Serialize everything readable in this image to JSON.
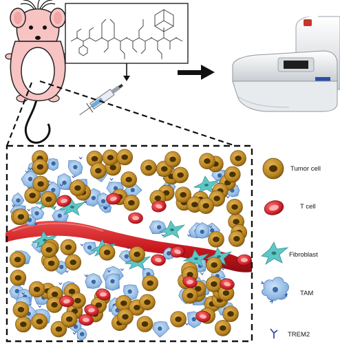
{
  "legend": {
    "items": [
      {
        "label": "Tumor cell",
        "icon": "tumor-cell-icon"
      },
      {
        "label": "T cell",
        "icon": "t-cell-icon"
      },
      {
        "label": "Fibroblast",
        "icon": "fibroblast-icon"
      },
      {
        "label": "TAM",
        "icon": "tam-icon"
      },
      {
        "label": "TREM2",
        "icon": "trem2-icon"
      }
    ]
  },
  "colors": {
    "mouse_body": "#f7c3c3",
    "tumor_cell": "#b98420",
    "tumor_nucleus": "#4a3200",
    "t_cell": "#cc1f28",
    "fibroblast": "#5fc6c6",
    "tam": "#6fa3d8",
    "vessel": "#d01e22",
    "trem2": "#1f3d99"
  }
}
